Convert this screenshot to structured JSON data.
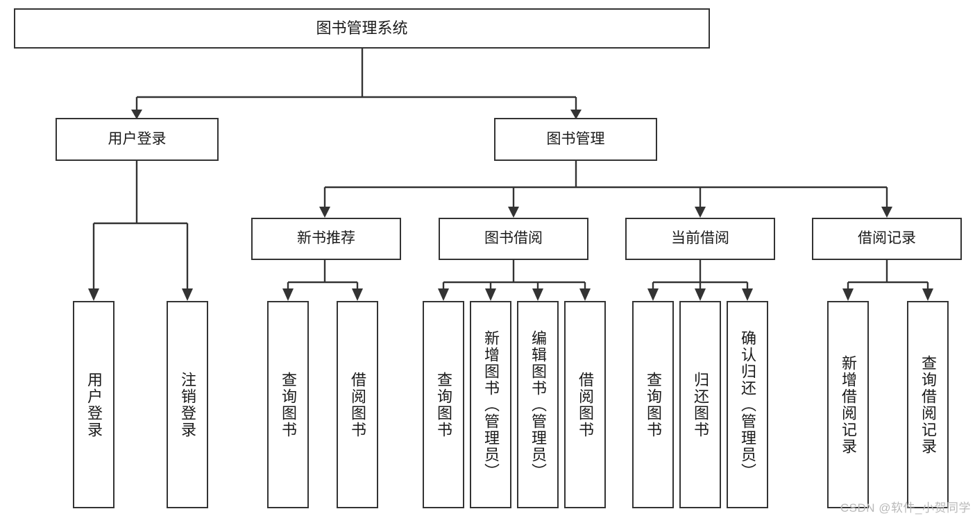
{
  "diagram": {
    "type": "tree",
    "title": "图书管理系统",
    "watermark": "CSDN @软件_小贺同学",
    "nodes": {
      "root": {
        "label": "图书管理系统"
      },
      "level2": [
        {
          "label": "用户登录"
        },
        {
          "label": "图书管理"
        }
      ],
      "level3": [
        {
          "label": "新书推荐"
        },
        {
          "label": "图书借阅"
        },
        {
          "label": "当前借阅"
        },
        {
          "label": "借阅记录"
        }
      ],
      "leaves_user_login": [
        {
          "label": "用户登录"
        },
        {
          "label": "注销登录"
        }
      ],
      "leaves_new_books": [
        {
          "label": "查询图书"
        },
        {
          "label": "借阅图书"
        }
      ],
      "leaves_borrow": [
        {
          "label": "查询图书"
        },
        {
          "label": "新增图书（管理员）"
        },
        {
          "label": "编辑图书（管理员）"
        },
        {
          "label": "借阅图书"
        }
      ],
      "leaves_current": [
        {
          "label": "查询图书"
        },
        {
          "label": "归还图书"
        },
        {
          "label": "确认归还（管理员）"
        }
      ],
      "leaves_records": [
        {
          "label": "新增借阅记录"
        },
        {
          "label": "查询借阅记录"
        }
      ]
    },
    "colors": {
      "border": "#333333",
      "background": "#ffffff",
      "text": "#1a1a1a",
      "watermark": "#b9b9b9"
    }
  }
}
